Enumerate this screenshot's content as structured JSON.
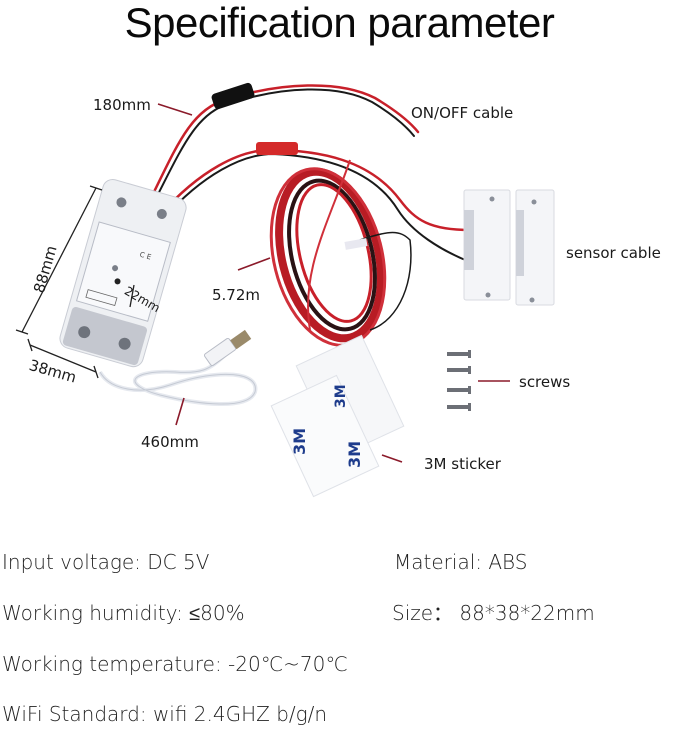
{
  "title": "Specification parameter",
  "labels": {
    "cable_180": "180mm",
    "on_off_cable": "ON/OFF cable",
    "sensor_cable": "sensor cable",
    "cable_length": "5.72m",
    "height_88": "88mm",
    "width_38": "38mm",
    "depth_22": "22mm",
    "usb_length": "460mm",
    "screws": "screws",
    "sticker": "3M sticker"
  },
  "specs": {
    "input_voltage": "Input voltage: DC 5V",
    "material": "Material: ABS",
    "humidity": "Working humidity: ≤80%",
    "size": "Size： 88*38*22mm",
    "temperature": "Working temperature: -20℃~70℃",
    "wifi": "WiFi Standard: wifi 2.4GHZ b/g/n"
  },
  "colors": {
    "leader_line": "#8b1a2a",
    "wire_red": "#c8202a",
    "wire_black": "#1a1a1a",
    "device_white": "#eef0f3"
  }
}
